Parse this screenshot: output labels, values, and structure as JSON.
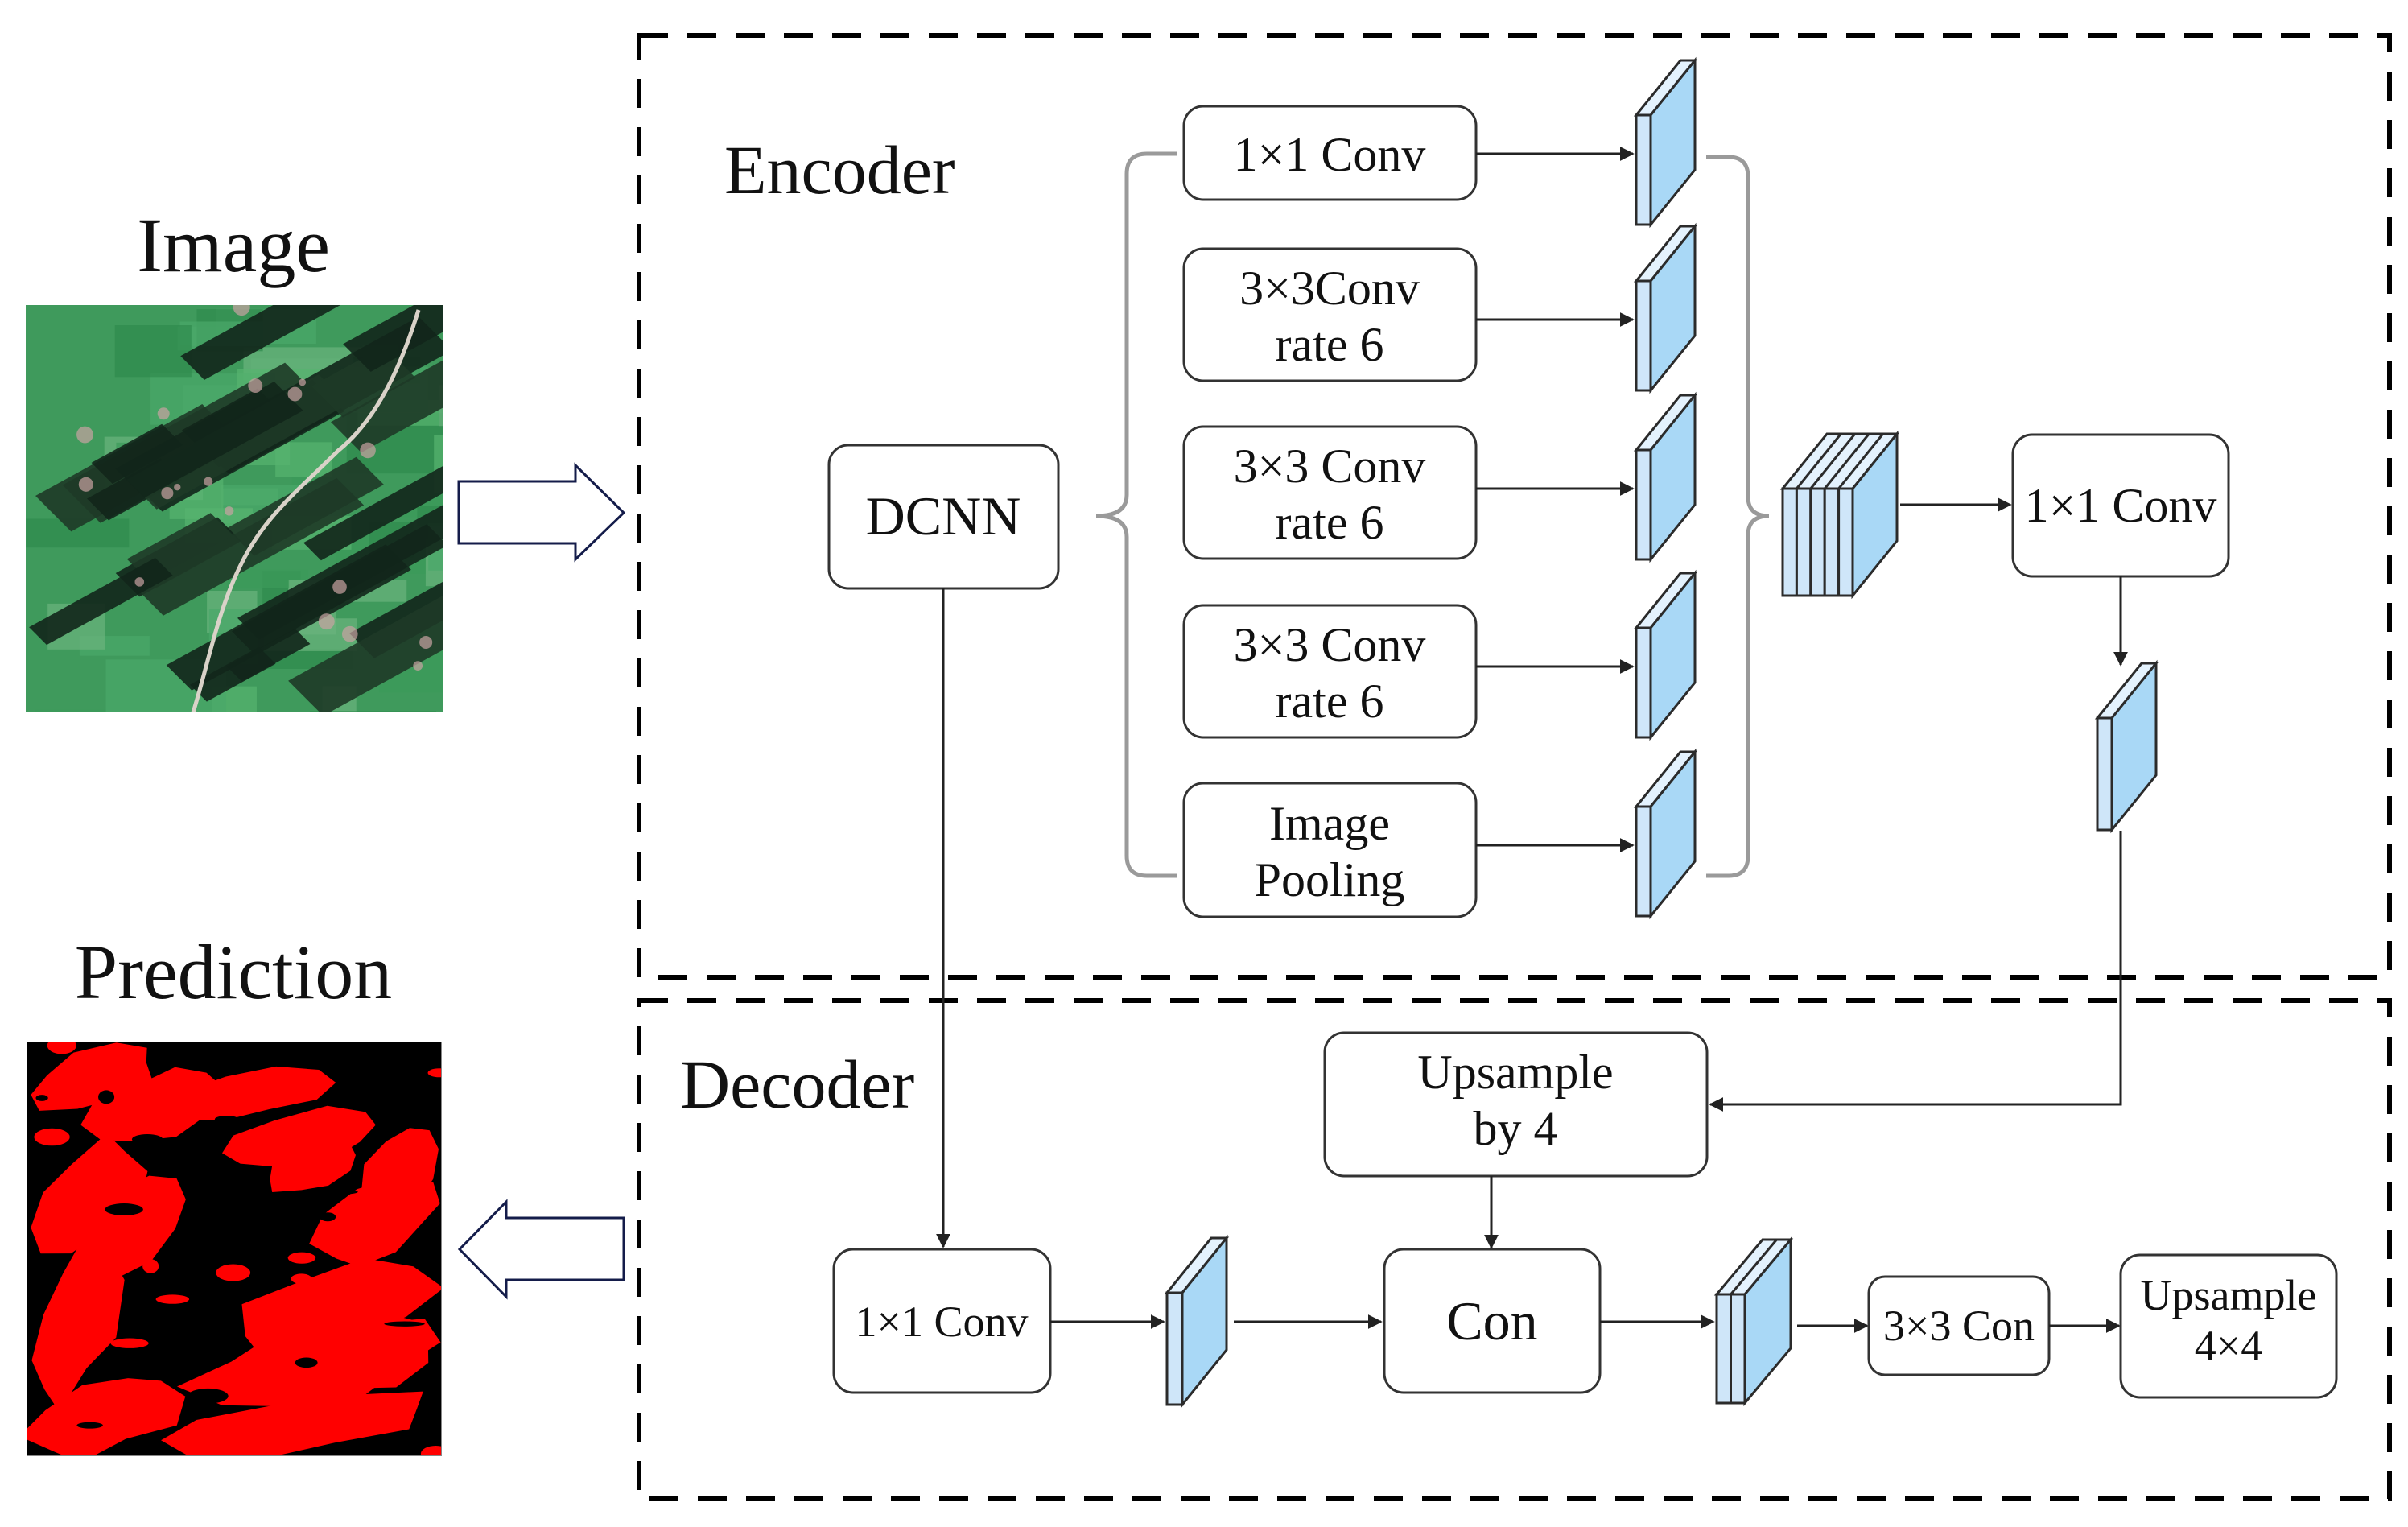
{
  "figure": {
    "input_label": "Image",
    "output_label": "Prediction",
    "encoder_label": "Encoder",
    "decoder_label": "Decoder"
  },
  "encoder": {
    "backbone": {
      "label": "DCNN"
    },
    "aspp_branches": [
      {
        "lines": [
          "1×1 Conv"
        ]
      },
      {
        "lines": [
          "3×3Conv",
          "rate 6"
        ]
      },
      {
        "lines": [
          "3×3 Conv",
          "rate 6"
        ]
      },
      {
        "lines": [
          "3×3 Conv",
          "rate 6"
        ]
      },
      {
        "lines": [
          "Image",
          "Pooling"
        ]
      }
    ],
    "fusion_conv": {
      "label": "1×1 Conv"
    },
    "concat_feature_maps": 5
  },
  "decoder": {
    "upsample": {
      "lines": [
        "Upsample",
        "by 4"
      ]
    },
    "low_level_conv": {
      "label": "1×1 Conv"
    },
    "concat": {
      "label": "Con"
    },
    "refine_conv": {
      "label": "3×3 Con"
    },
    "final_upsample": {
      "lines": [
        "Upsample",
        "4×4"
      ]
    },
    "concat_feature_maps": 2
  },
  "colors": {
    "feature_front": "#cfe6f9",
    "feature_side": "#a9d8f6",
    "feature_top": "#e4f2fd",
    "prediction_positive": "#ff0000",
    "prediction_negative": "#000000",
    "hollow_arrow_stroke": "#141c4a"
  },
  "icons": {
    "input_arrow": "hollow-right-arrow",
    "output_arrow": "hollow-left-arrow"
  }
}
